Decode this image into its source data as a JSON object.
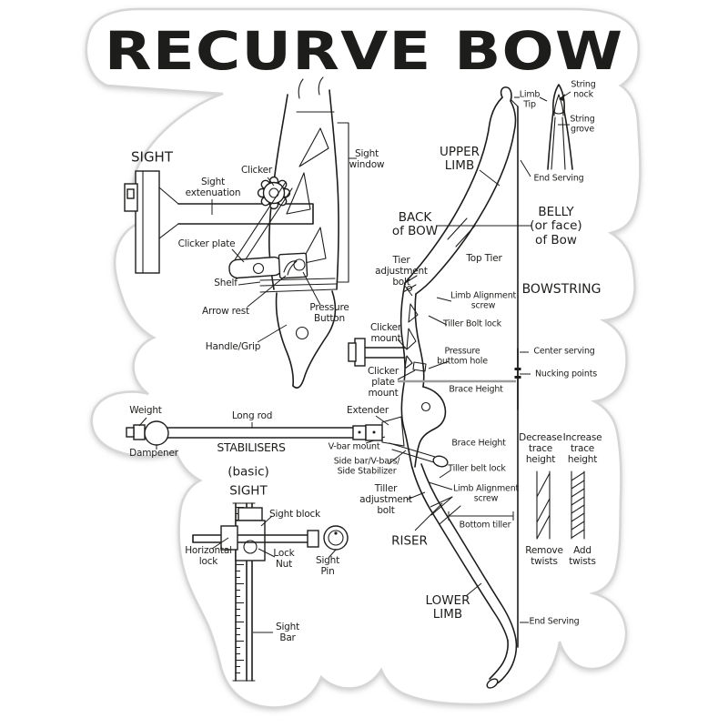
{
  "title": "RECURVE BOW",
  "colors": {
    "ink": "#1d1d1b",
    "muted_line": "#9c9c9c",
    "sticker_edge": "#d6d6d6",
    "background": "#ffffff"
  },
  "labels": {
    "sight_heading": "SIGHT",
    "clicker": "Clicker",
    "sight_window": "Sight\nwindow",
    "sight_extenuation": "Sight\nextenuation",
    "clicker_plate": "Clicker plate",
    "shelf": "Shelf",
    "arrow_rest": "Arrow rest",
    "pressure_button": "Pressure\nButton",
    "handle_grip": "Handle/Grip",
    "upper_limb": "UPPER\nLIMB",
    "back_of_bow": "BACK\nof BOW",
    "belly_of_bow": "BELLY\n(or face)\nof Bow",
    "limb_tip": "Limb\nTip",
    "string_nock": "String\nnock",
    "string_grove": "String\ngrove",
    "end_serving_top": "End Serving",
    "top_tier": "Top Tier",
    "tier_adjustment_bolt": "Tier\nadjustment\nbolt",
    "limb_alignment_screw_upper": "Limb Alignment\nscrew",
    "tiller_bolt_lock": "Tiller Bolt lock",
    "bowstring": "BOWSTRING",
    "clicker_mount": "Clicker\nmount",
    "pressure_buttom_hole": "Pressure\nbuttom hole",
    "clicker_plate_mount": "Clicker\nplate\nmount",
    "brace_height_upper": "Brace Height",
    "center_serving": "Center serving",
    "nucking_points": "Nucking points",
    "weight": "Weight",
    "long_rod": "Long rod",
    "extender": "Extender",
    "dampener": "Dampener",
    "stabilisers": "STABILISERS",
    "vbar_mount": "V-bar mount",
    "side_bar": "Side bar/V-bars/\nSide Stabilizer",
    "basic": "(basic)",
    "basic_sight_heading": "SIGHT",
    "sight_block": "Sight block",
    "horizontal_lock": "Horizontal\nlock",
    "lock_nut": "Lock\nNut",
    "sight_pin": "Sight\nPin",
    "sight_bar": "Sight\nBar",
    "brace_height_lower": "Brace Height",
    "tiller_belt_lock": "Tiller belt lock",
    "limb_alignment_screw_lower": "Limb Alignment\nscrew",
    "tiller_adjustment_bolt": "Tiller\nadjustment\nbolt",
    "bottom_tiller": "Bottom tiller",
    "riser": "RISER",
    "decrease_trace_height": "Decrease\ntrace\nheight",
    "increase_trace_height": "Increase\ntrace\nheight",
    "remove_twists": "Remove\ntwists",
    "add_twists": "Add\ntwists",
    "lower_limb": "LOWER\nLIMB",
    "end_serving_bottom": "End Serving"
  }
}
